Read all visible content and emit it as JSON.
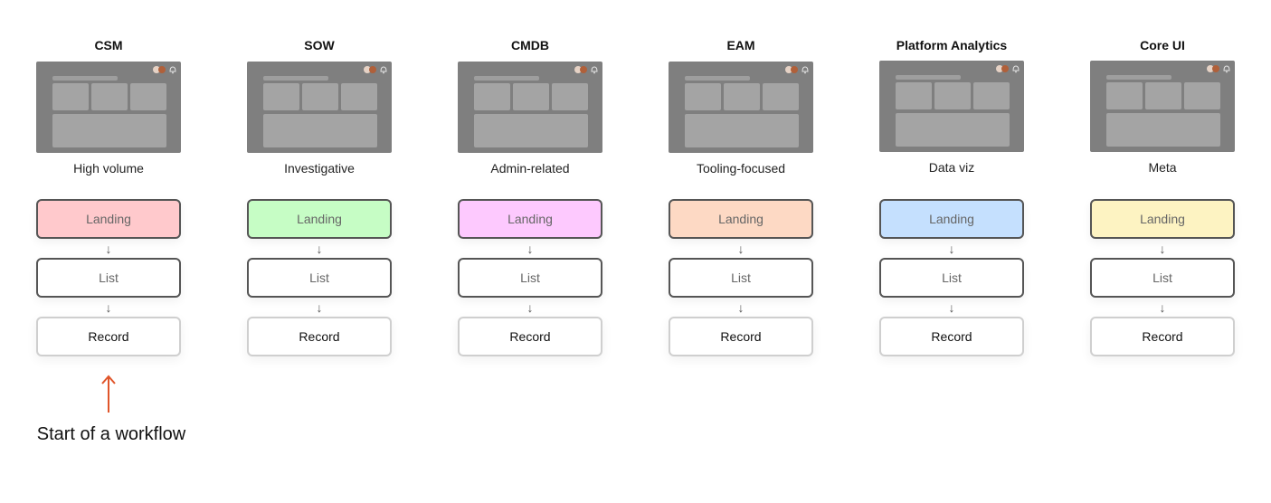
{
  "columns": [
    {
      "title": "CSM",
      "description": "High volume",
      "landing": "Landing",
      "list": "List",
      "record": "Record",
      "accent": "#ffc9cc"
    },
    {
      "title": "SOW",
      "description": "Investigative",
      "landing": "Landing",
      "list": "List",
      "record": "Record",
      "accent": "#c6fdc5"
    },
    {
      "title": "CMDB",
      "description": "Admin-related",
      "landing": "Landing",
      "list": "List",
      "record": "Record",
      "accent": "#fdc9fe"
    },
    {
      "title": "EAM",
      "description": "Tooling-focused",
      "landing": "Landing",
      "list": "List",
      "record": "Record",
      "accent": "#fdd9c4"
    },
    {
      "title": "Platform Analytics",
      "description": "Data viz",
      "landing": "Landing",
      "list": "List",
      "record": "Record",
      "accent": "#c5e0fe"
    },
    {
      "title": "Core UI",
      "description": "Meta",
      "landing": "Landing",
      "list": "List",
      "record": "Record",
      "accent": "#fdf3c2"
    }
  ],
  "flow_arrow": "↓",
  "start": {
    "label": "Start of a workflow",
    "arrow_color": "#e0552a"
  }
}
